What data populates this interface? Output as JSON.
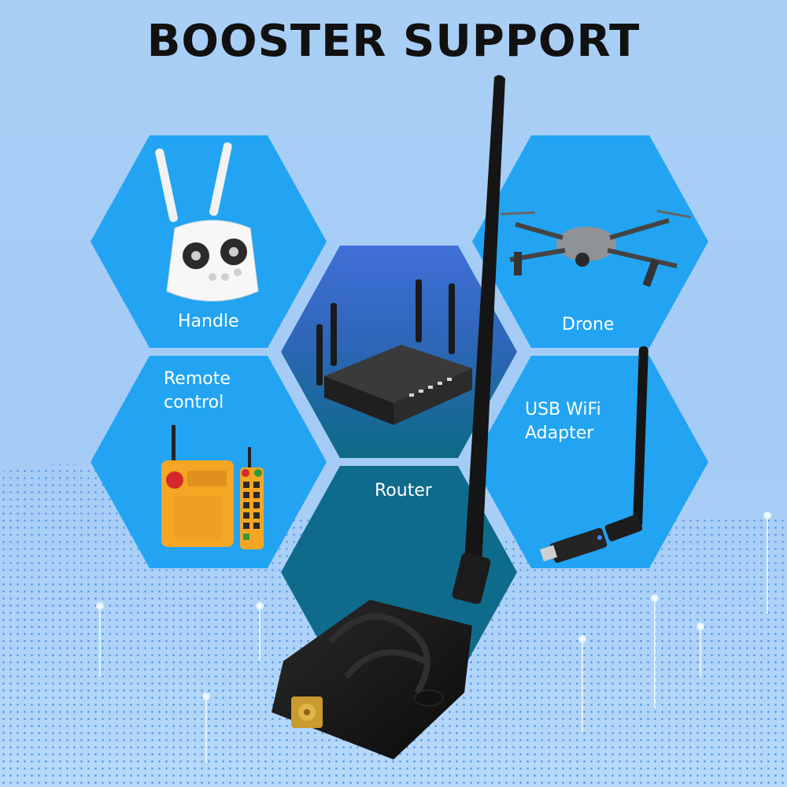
{
  "title": "BOOSTER SUPPORT",
  "devices": [
    {
      "label": "Handle"
    },
    {
      "label": "Drone"
    },
    {
      "label": "Remote control"
    },
    {
      "label": "Router"
    },
    {
      "label": "USB WiFi Adapter"
    }
  ],
  "colors": {
    "background": "#a9cff6",
    "hex_blue": "#1fa3f2",
    "hex_router_top": "#3e6fd6",
    "hex_router_bottom": "#0f6b8c",
    "title": "#111111",
    "label": "#ffffff",
    "device_orange": "#f5a623",
    "antenna_black": "#151515"
  },
  "icons": [
    "handle-icon",
    "drone-icon",
    "remote-control-icon",
    "router-icon",
    "usb-wifi-adapter-icon",
    "booster-antenna-icon"
  ]
}
